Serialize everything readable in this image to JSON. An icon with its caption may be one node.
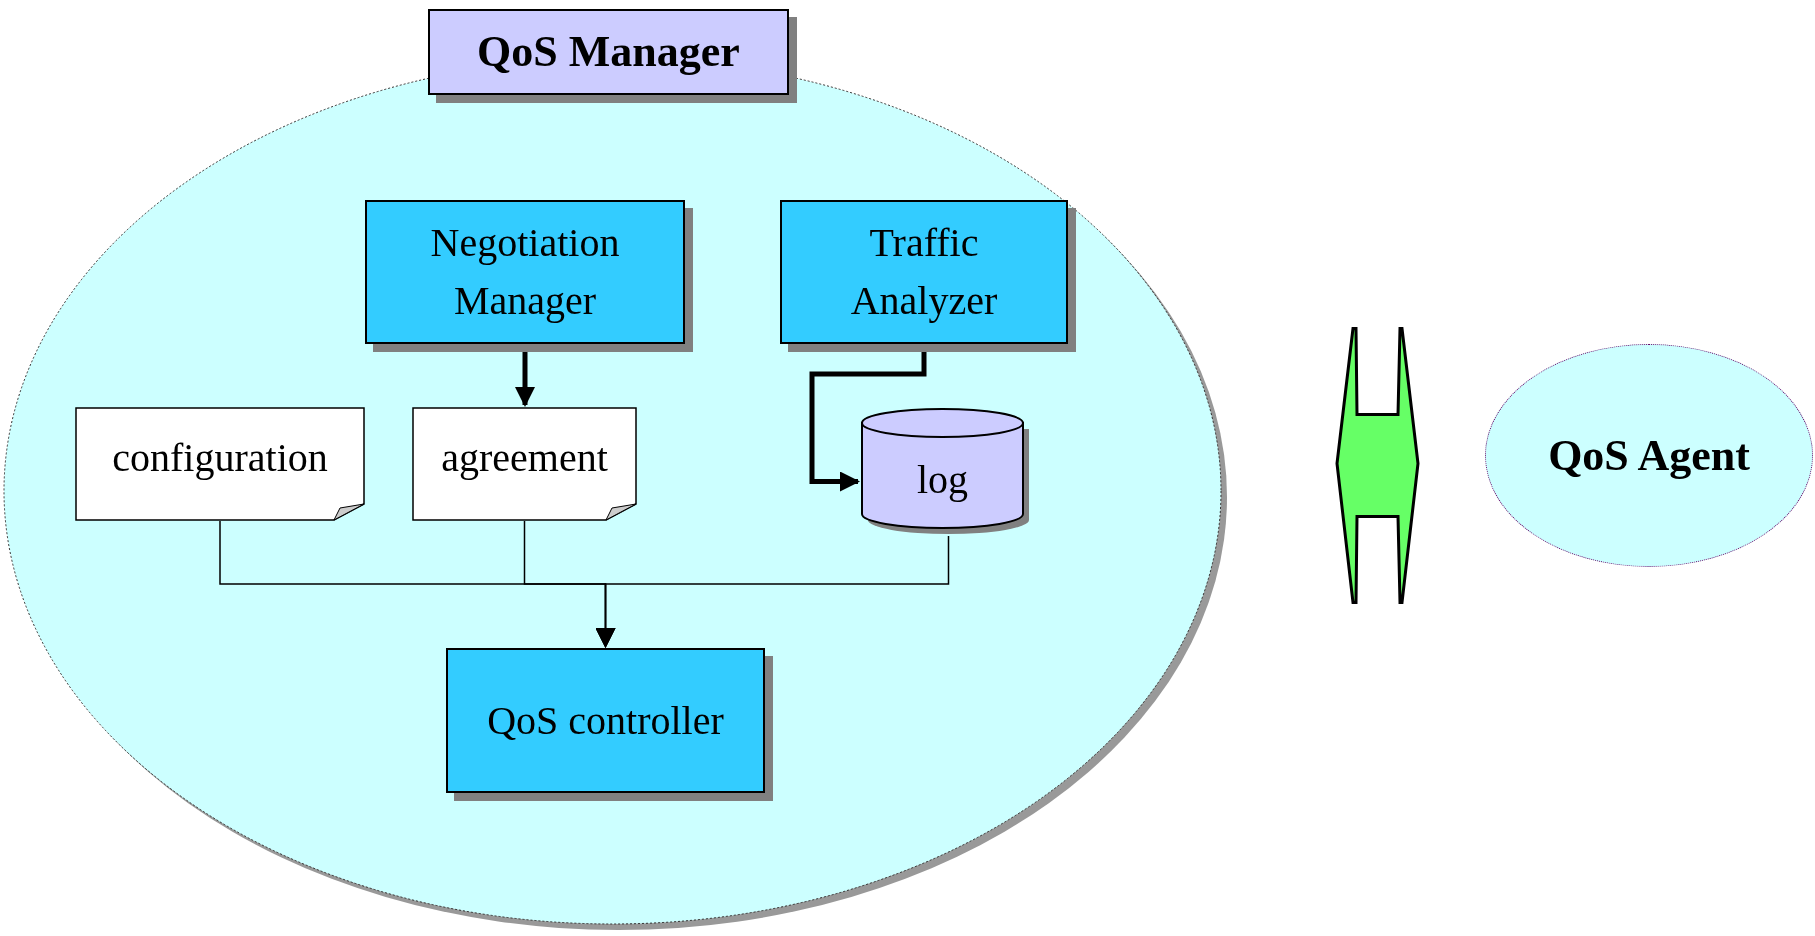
{
  "diagram": {
    "nodes": [
      {
        "text": [
          "QoS Manager"
        ]
      },
      {
        "text": [
          "Negotiation Manager"
        ],
        "in": 0
      },
      {
        "text": [
          "Traffic Analyzer"
        ],
        "in": 0
      },
      {
        "text": [
          "configuration"
        ],
        "in": 0
      },
      {
        "text": [
          "agreement"
        ],
        "in": 0
      },
      {
        "text": [
          "log"
        ],
        "in": 0
      },
      {
        "text": [
          "QoS controller"
        ],
        "in": 0
      },
      {
        "text": [
          "QoS Agent"
        ]
      }
    ],
    "edges": [
      {
        "from": 1,
        "to": 4,
        "arrow": "to",
        "style": "thick"
      },
      {
        "from": 2,
        "to": 5,
        "arrow": "to",
        "style": "thick"
      },
      {
        "from": 3,
        "to": 6,
        "arrow": "to"
      },
      {
        "from": 4,
        "to": 6,
        "arrow": "to"
      },
      {
        "from": 5,
        "to": 6,
        "arrow": "to"
      },
      {
        "from": 0,
        "to": 7,
        "arrow": "both",
        "color": "#66ff66"
      }
    ]
  }
}
